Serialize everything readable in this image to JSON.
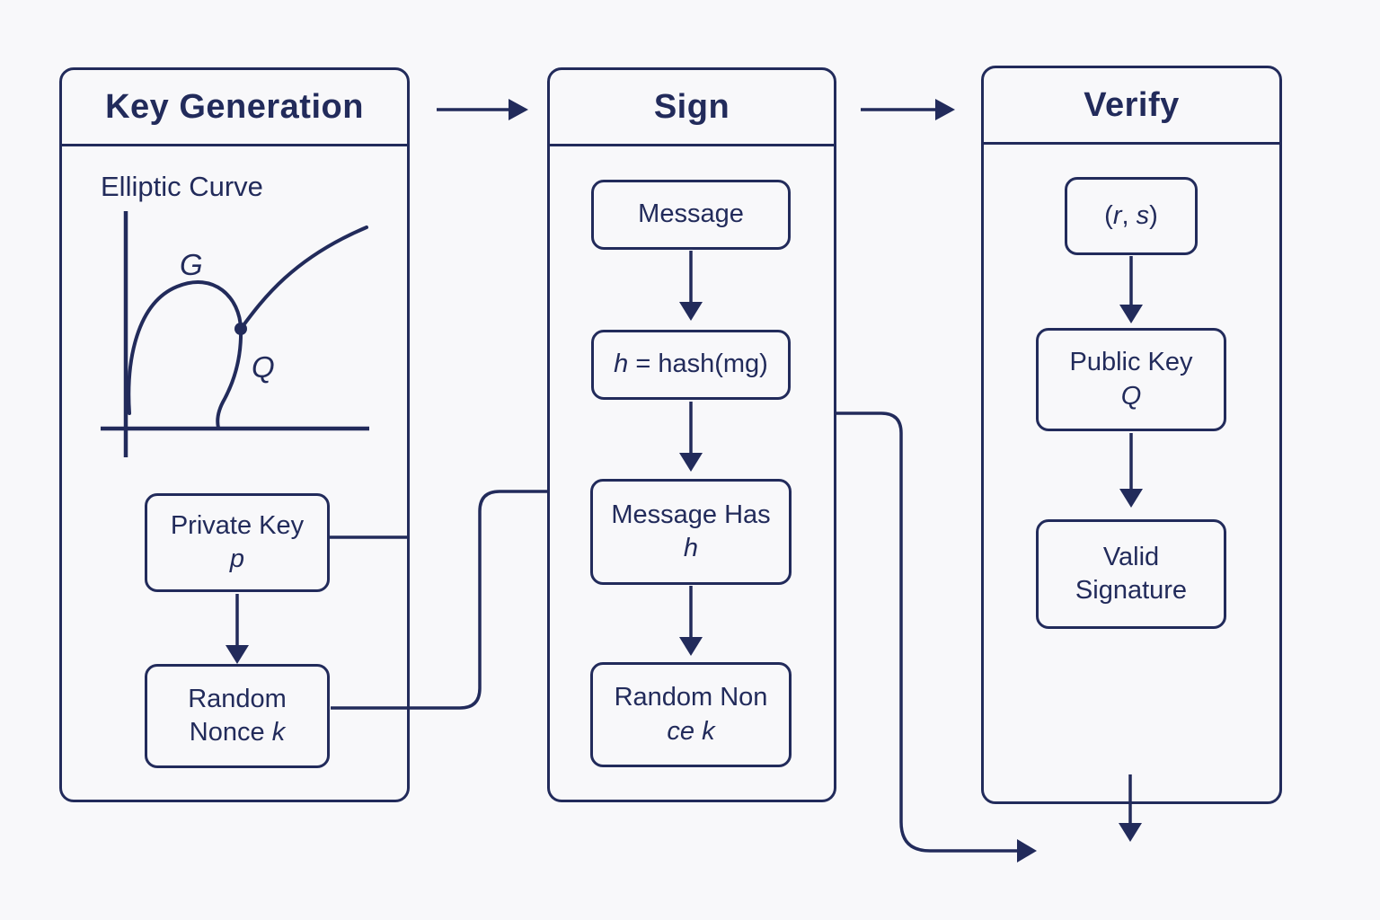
{
  "colors": {
    "ink": "#222b5b",
    "bg": "#f8f8fa"
  },
  "keygen": {
    "title": "Key Generation",
    "curve_label": "Elliptic Curve",
    "g_label": "G",
    "q_label": "Q",
    "private_key": {
      "line1": "Private Key",
      "var": "p"
    },
    "nonce": {
      "line1": "Random",
      "line2_text": "Nonce ",
      "line2_var": "k"
    }
  },
  "sign": {
    "title": "Sign",
    "message": "Message",
    "hash": {
      "var": "h",
      "rest": " = hash(mg)"
    },
    "message_hash": {
      "line1": "Message Has",
      "var": "h"
    },
    "nonce": {
      "line1": "Random Non",
      "line2": "ce k"
    }
  },
  "verify": {
    "title": "Verify",
    "rs": {
      "open": "(",
      "r": "r",
      "sep": ", ",
      "s": "s",
      "close": ")"
    },
    "public_key": {
      "line1": "Public Key",
      "var": "Q"
    },
    "valid": {
      "line1": "Valid",
      "line2": "Signature"
    }
  }
}
